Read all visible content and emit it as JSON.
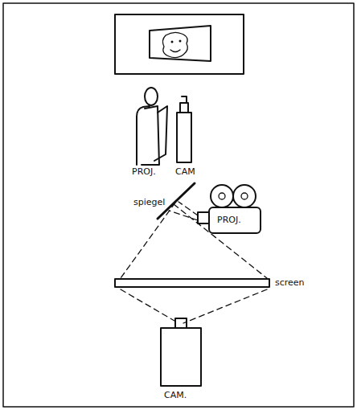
{
  "diagram": {
    "labels": [
      "PROJ.",
      "CAM",
      "spiegel",
      "PROJ.",
      "screen",
      "CAM."
    ]
  }
}
